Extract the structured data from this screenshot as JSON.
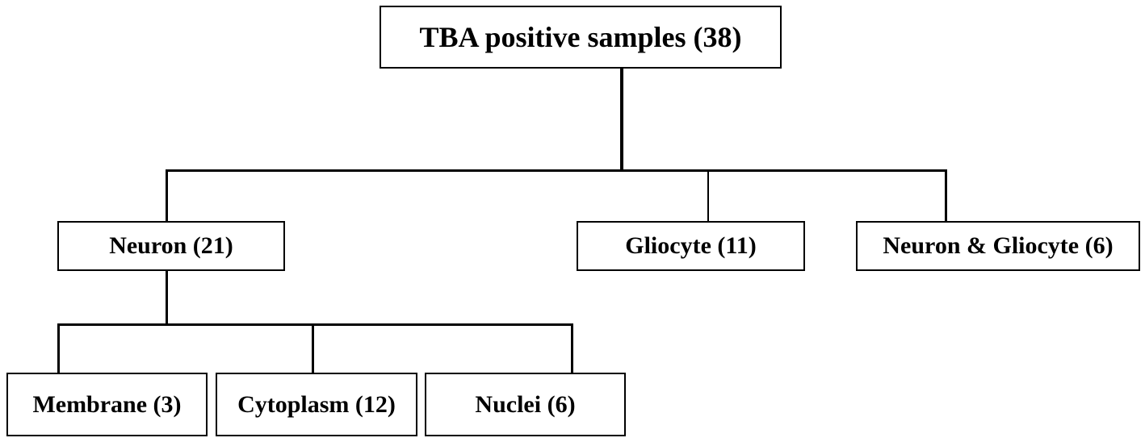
{
  "diagram": {
    "root": {
      "label": "TBA positive samples (38)"
    },
    "level1": [
      {
        "label": "Neuron (21)"
      },
      {
        "label": "Gliocyte (11)"
      },
      {
        "label": "Neuron & Gliocyte (6)"
      }
    ],
    "level2": [
      {
        "label": "Membrane (3)"
      },
      {
        "label": "Cytoplasm (12)"
      },
      {
        "label": "Nuclei (6)"
      }
    ]
  }
}
